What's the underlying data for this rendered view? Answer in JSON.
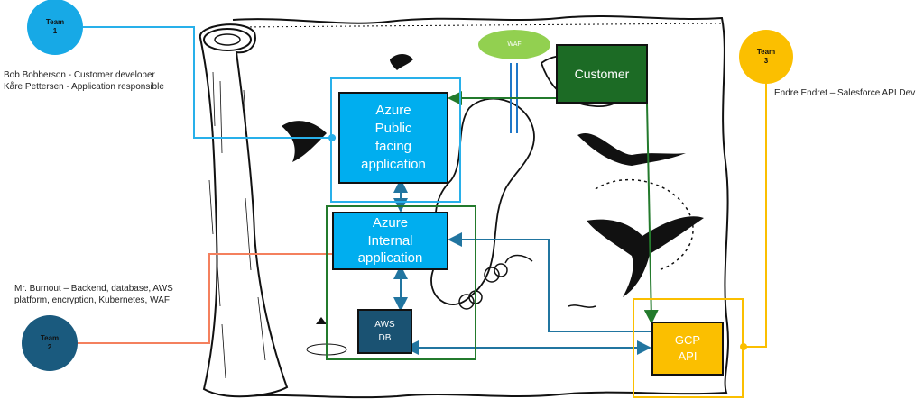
{
  "colors": {
    "team1": "#17a9e6",
    "team2": "#1a5a7e",
    "team3": "#fbbf00",
    "azure_box": "#00aeef",
    "customer_box": "#1c6b25",
    "aws_box": "#1a5272",
    "gcp_box": "#fbbf00",
    "waf": "#92d050",
    "team1_line": "#28b0ea",
    "team2_line": "#f4805e",
    "team3_line": "#fbbf00",
    "green_line": "#237a2c",
    "blue_line": "#2175a0",
    "waf_pipe": "#1f77c8"
  },
  "teams": [
    {
      "id": "team1",
      "label": "Team\n1",
      "members": "Bob Bobberson - Customer developer\nKåre Pettersen -  Application responsible"
    },
    {
      "id": "team2",
      "label": "Team\n2",
      "members": "Mr. Burnout – Backend, database, AWS\nplatform, encryption, Kubernetes,  WAF"
    },
    {
      "id": "team3",
      "label": "Team\n3",
      "members": "Endre Endret – Salesforce API Dev"
    }
  ],
  "nodes": {
    "waf": "WAF",
    "customer": "Customer",
    "azure_public": "Azure\nPublic\nfacing\napplication",
    "azure_internal": "Azure\nInternal\napplication",
    "aws_db": "AWS\nDB",
    "gcp_api": "GCP\nAPI"
  },
  "background": "treasure-map-scroll-illustration"
}
